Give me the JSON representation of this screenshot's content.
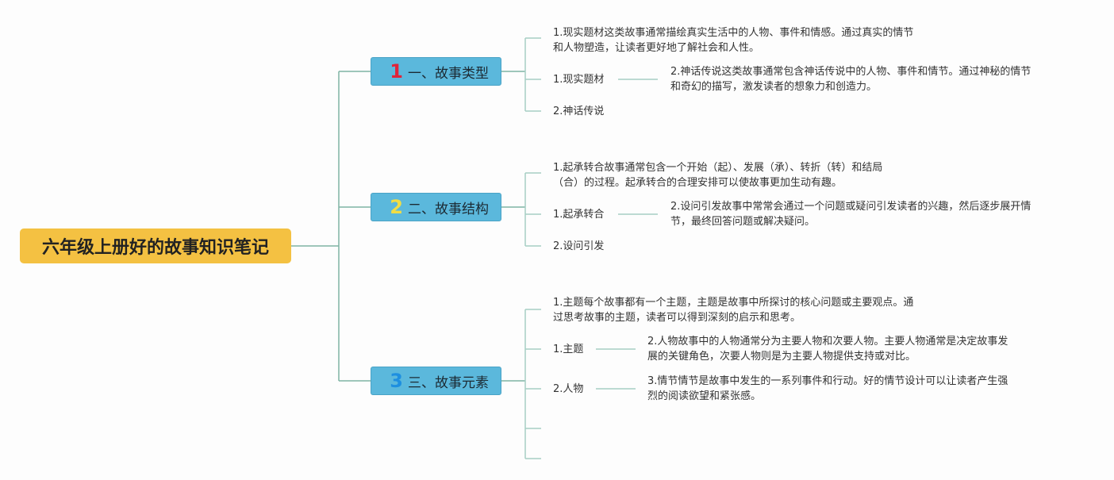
{
  "root": {
    "title": "六年级上册好的故事知识笔记"
  },
  "branches": [
    {
      "number": "1",
      "number_color": "#e0243a",
      "label": "一、故事类型",
      "summary": [
        "1.现实题材这类故事通常描绘真实生活中的人物、事件和情感。通过真实的情节",
        "和人物塑造，让读者更好地了解社会和人性。"
      ],
      "items": [
        "1.现实题材",
        "2.神话传说"
      ],
      "details": [
        [
          "2.神话传说这类故事通常包含神话传说中的人物、事件和情节。通过神秘的情节",
          "和奇幻的描写，激发读者的想象力和创造力。"
        ]
      ]
    },
    {
      "number": "2",
      "number_color": "#f2dd45",
      "label": "二、故事结构",
      "summary": [
        "1.起承转合故事通常包含一个开始（起）、发展（承）、转折（转）和结局",
        "（合）的过程。起承转合的合理安排可以使故事更加生动有趣。"
      ],
      "items": [
        "1.起承转合",
        "2.设问引发"
      ],
      "details": [
        [
          "2.设问引发故事中常常会通过一个问题或疑问引发读者的兴趣，然后逐步展开情",
          "节，最终回答问题或解决疑问。"
        ]
      ]
    },
    {
      "number": "3",
      "number_color": "#1e8fe0",
      "label": "三、故事元素",
      "summary": [
        "1.主题每个故事都有一个主题，主题是故事中所探讨的核心问题或主要观点。通",
        "过思考故事的主题，读者可以得到深刻的启示和思考。"
      ],
      "items": [
        "1.主题",
        "2.人物"
      ],
      "details": [
        [
          "2.人物故事中的人物通常分为主要人物和次要人物。主要人物通常是决定故事发",
          "展的关键角色，次要人物则是为主要人物提供支持或对比。"
        ],
        [
          "3.情节情节是故事中发生的一系列事件和行动。好的情节设计可以让读者产生强",
          "烈的阅读欲望和紧张感。"
        ]
      ]
    }
  ]
}
